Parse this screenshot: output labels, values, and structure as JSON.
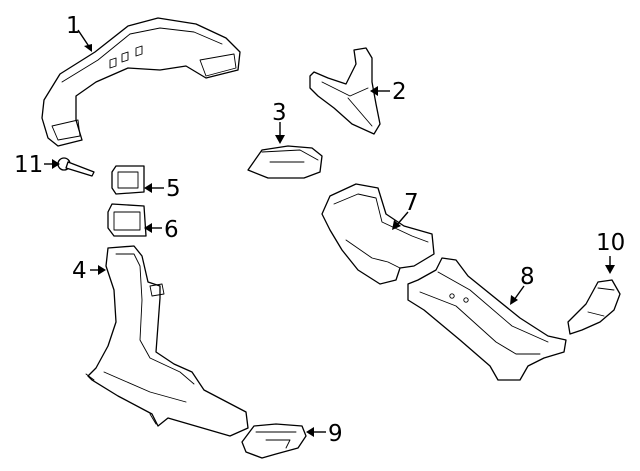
{
  "diagram": {
    "callouts": [
      {
        "id": "1",
        "label": "1"
      },
      {
        "id": "2",
        "label": "2"
      },
      {
        "id": "3",
        "label": "3"
      },
      {
        "id": "4",
        "label": "4"
      },
      {
        "id": "5",
        "label": "5"
      },
      {
        "id": "6",
        "label": "6"
      },
      {
        "id": "7",
        "label": "7"
      },
      {
        "id": "8",
        "label": "8"
      },
      {
        "id": "9",
        "label": "9"
      },
      {
        "id": "10",
        "label": "10"
      },
      {
        "id": "11",
        "label": "11"
      }
    ]
  },
  "colors": {
    "line": "#000000",
    "background": "#ffffff"
  }
}
